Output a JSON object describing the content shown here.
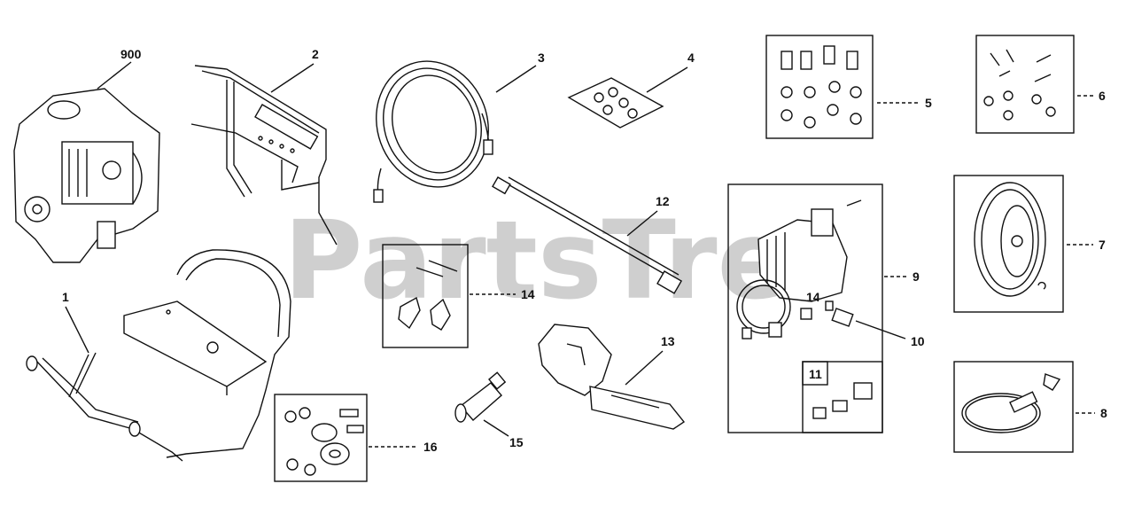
{
  "watermark": "PartsTre",
  "callouts": {
    "c900": "900",
    "c1": "1",
    "c2": "2",
    "c3": "3",
    "c4": "4",
    "c5": "5",
    "c6": "6",
    "c7": "7",
    "c8": "8",
    "c9": "9",
    "c10": "10",
    "c11": "11",
    "c12": "12",
    "c13": "13",
    "c14a": "14",
    "c14b": "14",
    "c15": "15",
    "c16": "16"
  }
}
